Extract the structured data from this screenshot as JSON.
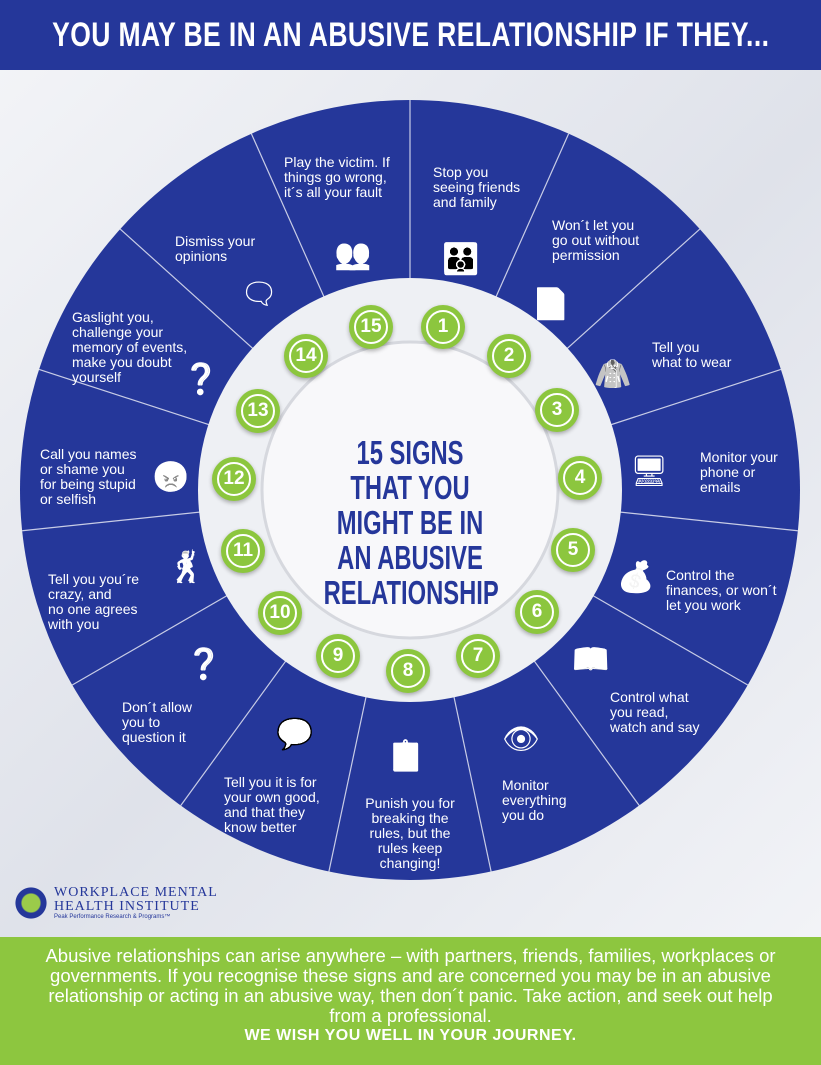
{
  "header": {
    "title": "YOU MAY BE IN AN ABUSIVE RELATIONSHIP IF THEY..."
  },
  "center_title": "15 SIGNS THAT YOU MIGHT BE IN AN ABUSIVE RELATIONSHIP",
  "colors": {
    "blue": "#25379a",
    "green": "#8dc63f"
  },
  "signs": [
    {
      "n": "1",
      "text": "Stop you\nseeing friends\nand family",
      "icon": "family-icon"
    },
    {
      "n": "2",
      "text": "Won´t let you\ngo out without\npermission",
      "icon": "stamped-document-icon"
    },
    {
      "n": "3",
      "text": "Tell you\nwhat to wear",
      "icon": "jacket-icon"
    },
    {
      "n": "4",
      "text": "Monitor your\nphone or\nemails",
      "icon": "computer-email-icon"
    },
    {
      "n": "5",
      "text": "Control the\nfinances, or won´t\nlet you work",
      "icon": "money-bag-icon"
    },
    {
      "n": "6",
      "text": "Control what\nyou read,\nwatch and say",
      "icon": "reading-person-icon"
    },
    {
      "n": "7",
      "text": "Monitor\neverything\nyou do",
      "icon": "surveillance-eye-icon"
    },
    {
      "n": "8",
      "text": "Punish you for\nbreaking the\nrules, but the\nrules keep\nchanging!",
      "icon": "rules-document-icon"
    },
    {
      "n": "9",
      "text": "Tell you it is for\nyour own good,\nand that they\nknow better",
      "icon": "conversation-icon"
    },
    {
      "n": "10",
      "text": "Don´t allow\nyou to\nquestion it",
      "icon": "question-person-icon"
    },
    {
      "n": "11",
      "text": "Tell you you´re\ncrazy, and\nno one agrees\nwith you",
      "icon": "dancing-people-icon"
    },
    {
      "n": "12",
      "text": "Call you names\nor shame you\nfor being stupid\nor selfish",
      "icon": "angry-face-icon"
    },
    {
      "n": "13",
      "text": "Gaslight you,\nchallenge your\nmemory of events,\nmake you doubt\nyourself",
      "icon": "confusion-icon"
    },
    {
      "n": "14",
      "text": "Dismiss your\nopinions",
      "icon": "speech-person-icon"
    },
    {
      "n": "15",
      "text": "Play the victim. If\nthings go wrong,\nit´s all your fault",
      "icon": "victim-group-icon"
    }
  ],
  "logo": {
    "line1": "WORKPLACE MENTAL",
    "line2": "HEALTH INSTITUTE",
    "tagline": "Peak Performance Research & Programs™"
  },
  "footer": {
    "text": "Abusive relationships can arise anywhere – with partners, friends, families, workplaces or governments. If you recognise these signs and are concerned you may be in an abusive relationship or acting in an abusive way, then don´t panic. Take action, and seek out help from a professional.",
    "closing": "WE WISH YOU WELL IN YOUR JOURNEY."
  }
}
